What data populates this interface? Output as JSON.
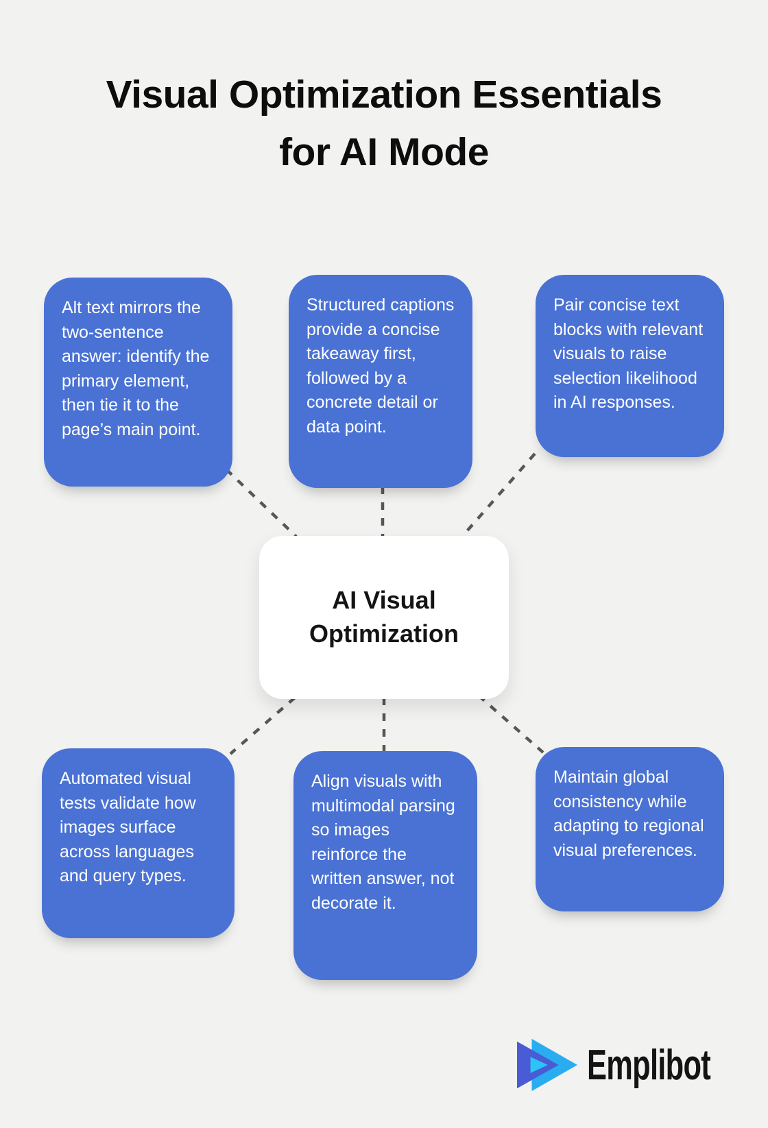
{
  "header": {
    "title_line1": "Visual Optimization Essentials",
    "title_line2": "for AI Mode"
  },
  "center_node": {
    "label": "AI Visual Optimization"
  },
  "nodes": [
    {
      "id": "alt-text",
      "position": "top-left",
      "text": "Alt text mirrors the two-sentence answer: identify the primary element, then tie it to the page’s main point."
    },
    {
      "id": "captions",
      "position": "top-middle",
      "text": "Structured captions provide a concise takeaway first, followed by a concrete detail or data point."
    },
    {
      "id": "pairing",
      "position": "top-right",
      "text": "Pair concise text blocks with relevant visuals to raise selection likelihood in AI responses."
    },
    {
      "id": "testing",
      "position": "bottom-left",
      "text": "Automated visual tests validate how images surface across languages and query types."
    },
    {
      "id": "alignment",
      "position": "bottom-middle",
      "text": "Align visuals with multimodal parsing so images reinforce the written answer, not decorate it."
    },
    {
      "id": "consistency",
      "position": "bottom-right",
      "text": "Maintain global consistency while adapting to regional visual preferences."
    }
  ],
  "footer": {
    "brand": "Emplibot"
  },
  "colors": {
    "background": "#f2f2f0",
    "title_text": "#0d0d0d",
    "node_fill": "#4a72d4",
    "node_text": "#ffffff",
    "center_fill": "#ffffff",
    "connector": "#575757",
    "logo_indigo": "#4a5bd6",
    "logo_cyan": "#29adf0",
    "logo_cyan_bright": "#2cc4f4"
  }
}
